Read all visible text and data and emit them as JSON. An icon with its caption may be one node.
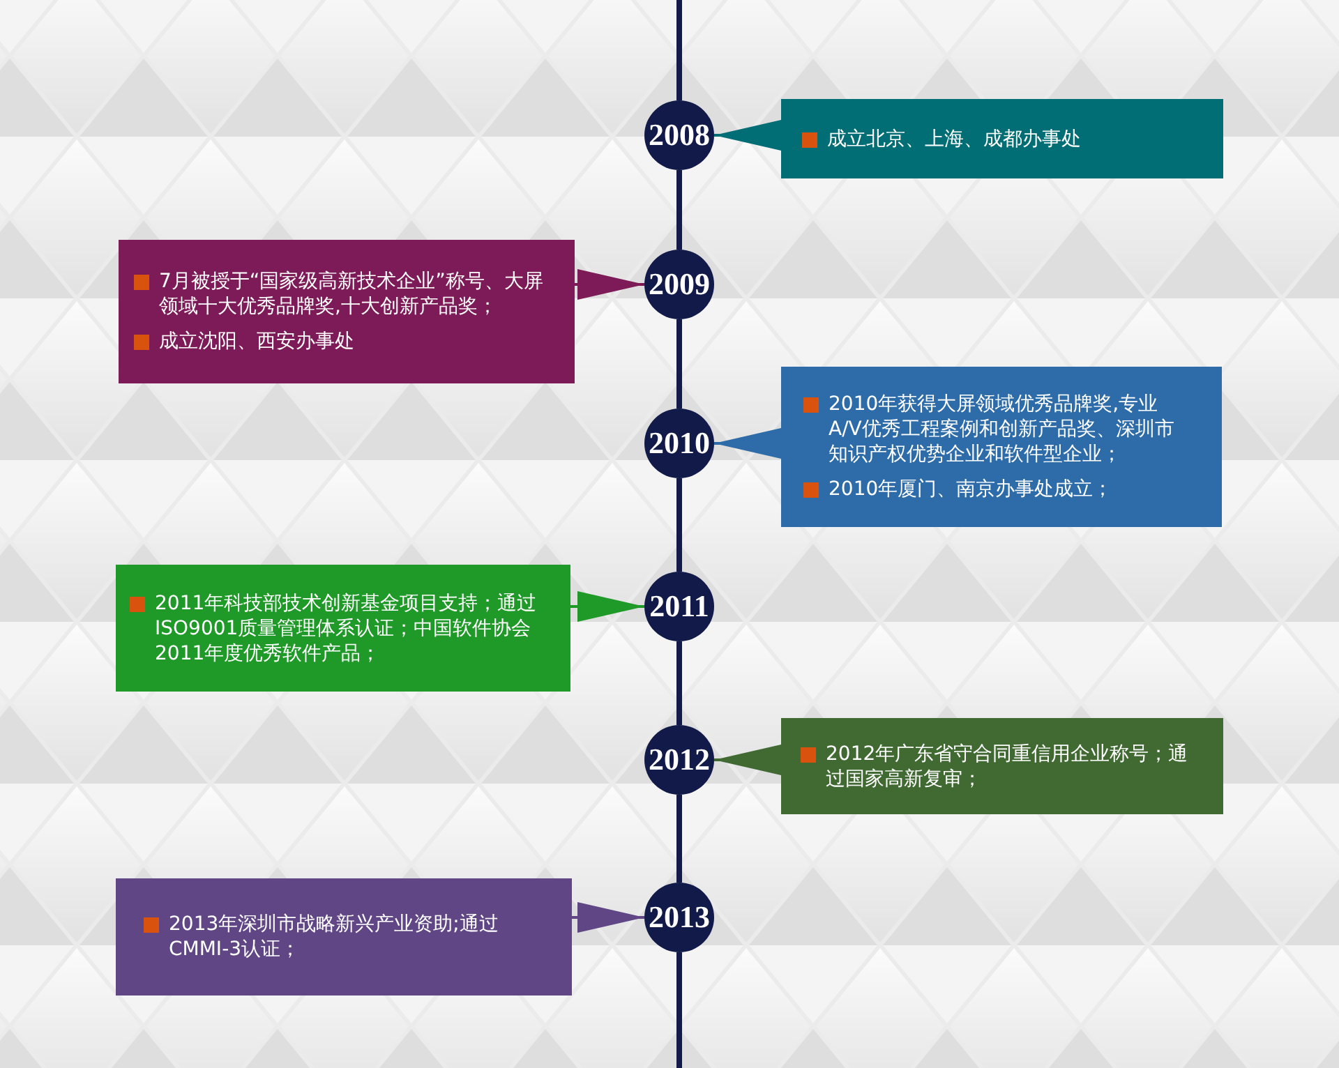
{
  "diagram": {
    "nodes": [
      {
        "text": [
          "2008"
        ]
      },
      {
        "text": [
          "成立北京、上海、成都办事处"
        ]
      },
      {
        "text": [
          "7月被授于“国家级高新技术企业”称号、大屏领域十大优秀品牌奖,十大创新产品奖；",
          "成立沈阳、西安办事处"
        ]
      },
      {
        "text": [
          "2009"
        ]
      },
      {
        "text": [
          "2010"
        ]
      },
      {
        "text": [
          "2010年获得大屏领域优秀品牌奖,专业A/V优秀工程案例和创新产品奖、深圳市知识产权优势企业和软件型企业；",
          "2010年厦门、南京办事处成立；"
        ]
      },
      {
        "text": [
          "2011年科技部技术创新基金项目支持；通过ISO9001质量管理体系认证；中国软件协会2011年度优秀软件产品；"
        ]
      },
      {
        "text": [
          "2011"
        ]
      },
      {
        "text": [
          "2012"
        ]
      },
      {
        "text": [
          "2012年广东省守合同重信用企业称号；通过国家高新复审；"
        ]
      },
      {
        "text": [
          "2013年深圳市战略新兴产业资助;通过CMMI-3认证；"
        ]
      },
      {
        "text": [
          "2013"
        ]
      }
    ],
    "edges": [
      {
        "from": null,
        "to": 0,
        "arrow": "none"
      },
      {
        "from": 0,
        "to": 3,
        "arrow": "none"
      },
      {
        "from": 3,
        "to": 4,
        "arrow": "none"
      },
      {
        "from": 4,
        "to": 7,
        "arrow": "none"
      },
      {
        "from": 7,
        "to": 8,
        "arrow": "none"
      },
      {
        "from": 8,
        "to": 11,
        "arrow": "none"
      },
      {
        "from": 11,
        "to": null,
        "arrow": "none"
      },
      {
        "from": 1,
        "to": 0,
        "arrow": "to",
        "color": "#006e74"
      },
      {
        "from": 2,
        "to": 3,
        "arrow": "to",
        "color": "#7d1a58"
      },
      {
        "from": 5,
        "to": 4,
        "arrow": "to",
        "color": "#2d6ca8"
      },
      {
        "from": 6,
        "to": 7,
        "arrow": "to",
        "color": "#1f9a28"
      },
      {
        "from": 9,
        "to": 8,
        "arrow": "to",
        "color": "#406a32"
      },
      {
        "from": 10,
        "to": 11,
        "arrow": "to",
        "color": "#604685"
      }
    ]
  }
}
